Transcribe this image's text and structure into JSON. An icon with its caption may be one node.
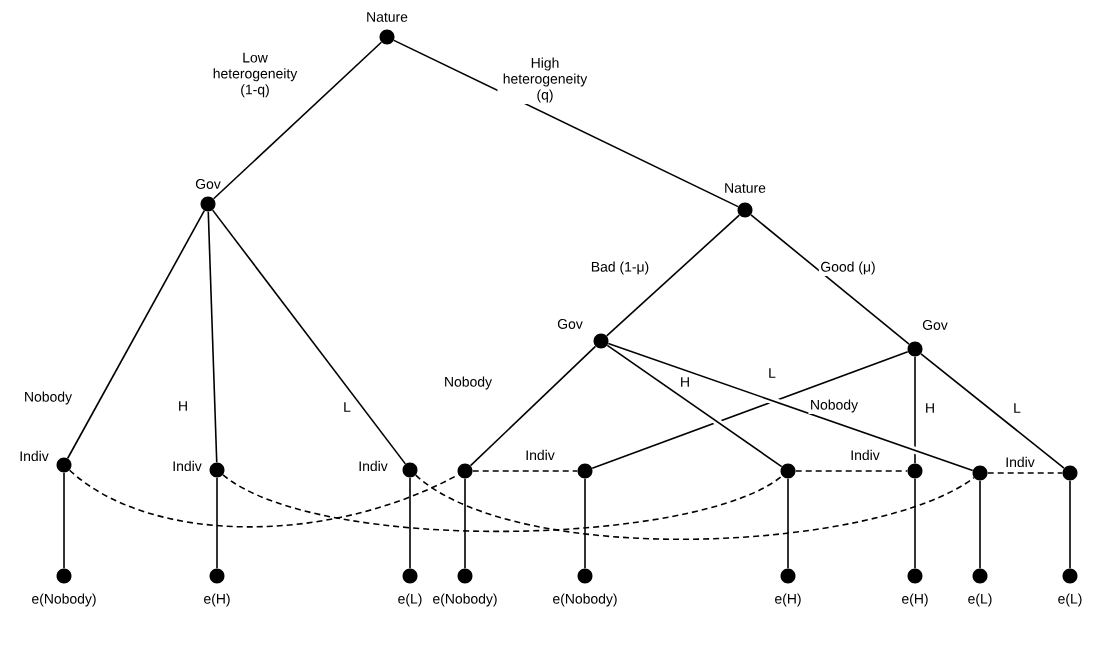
{
  "diagram": {
    "nodes": [
      {
        "text": [],
        "shape": "circle",
        "beside": [
          "Nature"
        ]
      },
      {
        "text": [],
        "shape": "circle",
        "beside": [
          "Gov"
        ]
      },
      {
        "text": [],
        "shape": "circle",
        "beside": [
          "Nature"
        ]
      },
      {
        "text": [],
        "shape": "circle",
        "beside": [
          "Gov"
        ]
      },
      {
        "text": [],
        "shape": "circle",
        "beside": [
          "Gov"
        ]
      },
      {
        "text": [],
        "shape": "circle",
        "beside": [
          "Indiv"
        ]
      },
      {
        "text": [],
        "shape": "circle",
        "beside": [
          "Indiv"
        ]
      },
      {
        "text": [],
        "shape": "circle",
        "beside": [
          "Indiv"
        ]
      },
      {
        "text": [],
        "shape": "circle"
      },
      {
        "text": [],
        "shape": "circle"
      },
      {
        "text": [],
        "shape": "circle"
      },
      {
        "text": [],
        "shape": "circle"
      },
      {
        "text": [],
        "shape": "circle"
      },
      {
        "text": [],
        "shape": "circle"
      },
      {
        "text": [],
        "shape": "circle",
        "beside": [
          "e(Nobody)"
        ]
      },
      {
        "text": [],
        "shape": "circle",
        "beside": [
          "e(H)"
        ]
      },
      {
        "text": [],
        "shape": "circle",
        "beside": [
          "e(L)"
        ]
      },
      {
        "text": [],
        "shape": "circle",
        "beside": [
          "e(Nobody)"
        ]
      },
      {
        "text": [],
        "shape": "circle",
        "beside": [
          "e(Nobody)"
        ]
      },
      {
        "text": [],
        "shape": "circle",
        "beside": [
          "e(H)"
        ]
      },
      {
        "text": [],
        "shape": "circle",
        "beside": [
          "e(H)"
        ]
      },
      {
        "text": [],
        "shape": "circle",
        "beside": [
          "e(L)"
        ]
      },
      {
        "text": [],
        "shape": "circle",
        "beside": [
          "e(L)"
        ]
      }
    ],
    "edges": [
      {
        "from": 0,
        "to": 1,
        "arrow": "none",
        "label": "Low heterogeneity (1-q)"
      },
      {
        "from": 0,
        "to": 2,
        "arrow": "none",
        "label": "High heterogeneity (q)"
      },
      {
        "from": 2,
        "to": 3,
        "arrow": "none",
        "label": "Bad (1-μ)"
      },
      {
        "from": 2,
        "to": 4,
        "arrow": "none",
        "label": "Good (μ)"
      },
      {
        "from": 1,
        "to": 5,
        "arrow": "none",
        "label": "Nobody"
      },
      {
        "from": 1,
        "to": 6,
        "arrow": "none",
        "label": "H"
      },
      {
        "from": 1,
        "to": 7,
        "arrow": "none",
        "label": "L"
      },
      {
        "from": 3,
        "to": 8,
        "arrow": "none",
        "label": "Nobody"
      },
      {
        "from": 3,
        "to": 10,
        "arrow": "none",
        "label": "H"
      },
      {
        "from": 3,
        "to": 12,
        "arrow": "none",
        "label": "L"
      },
      {
        "from": 4,
        "to": 9,
        "arrow": "none",
        "label": "Nobody"
      },
      {
        "from": 4,
        "to": 11,
        "arrow": "none",
        "label": "H"
      },
      {
        "from": 4,
        "to": 13,
        "arrow": "none",
        "label": "L"
      },
      {
        "from": 5,
        "to": 14,
        "arrow": "none"
      },
      {
        "from": 6,
        "to": 15,
        "arrow": "none"
      },
      {
        "from": 7,
        "to": 16,
        "arrow": "none"
      },
      {
        "from": 8,
        "to": 17,
        "arrow": "none"
      },
      {
        "from": 9,
        "to": 18,
        "arrow": "none"
      },
      {
        "from": 10,
        "to": 19,
        "arrow": "none"
      },
      {
        "from": 11,
        "to": 20,
        "arrow": "none"
      },
      {
        "from": 12,
        "to": 21,
        "arrow": "none"
      },
      {
        "from": 13,
        "to": 22,
        "arrow": "none"
      },
      {
        "from": 8,
        "to": 9,
        "arrow": "none",
        "style": "dashed",
        "label": "Indiv"
      },
      {
        "from": 10,
        "to": 11,
        "arrow": "none",
        "style": "dashed",
        "label": "Indiv"
      },
      {
        "from": 12,
        "to": 13,
        "arrow": "none",
        "style": "dashed",
        "label": "Indiv"
      },
      {
        "from": 5,
        "to": 8,
        "arrow": "none",
        "style": "dashed"
      },
      {
        "from": 6,
        "to": 10,
        "arrow": "none",
        "style": "dashed"
      },
      {
        "from": 7,
        "to": 12,
        "arrow": "none",
        "style": "dashed"
      }
    ]
  }
}
